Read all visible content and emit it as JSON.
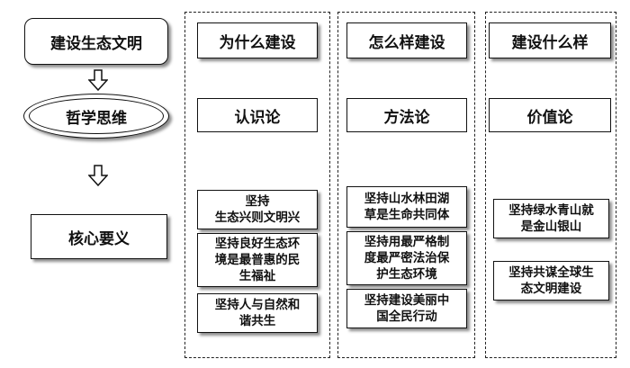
{
  "left": {
    "top_label": "建设生态文明",
    "mid_label": "哲学思维",
    "bottom_label": "核心要义"
  },
  "columns": [
    {
      "header": "为什么建设",
      "theory": "认识论",
      "points": [
        [
          "坚持",
          "生态兴则文明兴"
        ],
        [
          "坚持良好生态环",
          "境是最普惠的民",
          "生福祉"
        ],
        [
          "坚持人与自然和",
          "谐共生"
        ]
      ]
    },
    {
      "header": "怎么样建设",
      "theory": "方法论",
      "points": [
        [
          "坚持山水林田湖",
          "草是生命共同体"
        ],
        [
          "坚持用最严格制",
          "度最严密法治保",
          "护生态环境"
        ],
        [
          "坚持建设美丽中",
          "国全民行动"
        ]
      ]
    },
    {
      "header": "建设什么样",
      "theory": "价值论",
      "points": [
        [
          "坚持绿水青山就",
          "是金山银山"
        ],
        [
          "坚持共谋全球生",
          "态文明建设"
        ]
      ]
    }
  ]
}
